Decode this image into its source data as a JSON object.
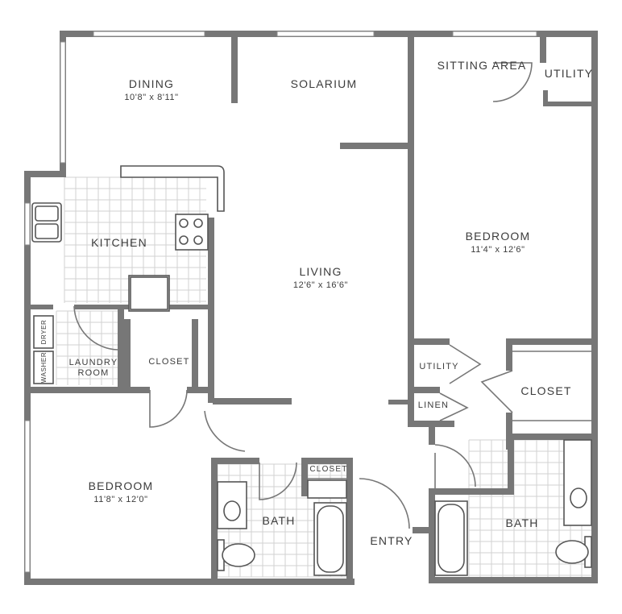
{
  "rooms": {
    "dining": {
      "name": "DINING",
      "dims": "10'8\" x 8'11\""
    },
    "solarium": {
      "name": "SOLARIUM"
    },
    "sitting_area": {
      "name": "SITTING AREA"
    },
    "utility_top": {
      "name": "UTILITY"
    },
    "kitchen": {
      "name": "KITCHEN"
    },
    "living": {
      "name": "LIVING",
      "dims": "12'6\" x 16'6\""
    },
    "bedroom_right": {
      "name": "BEDROOM",
      "dims": "11'4\" x 12'6\""
    },
    "laundry": {
      "line1": "LAUNDRY",
      "line2": "ROOM",
      "dryer": "DRYER",
      "washer": "WASHER"
    },
    "closet_left": {
      "name": "CLOSET"
    },
    "utility_mid": {
      "name": "UTILITY"
    },
    "linen": {
      "name": "LINEN"
    },
    "closet_right": {
      "name": "CLOSET"
    },
    "bedroom_left": {
      "name": "BEDROOM",
      "dims": "11'8\" x 12'0\""
    },
    "bath_left": {
      "name": "BATH"
    },
    "closet_small": {
      "name": "CLOSET"
    },
    "entry": {
      "name": "ENTRY"
    },
    "bath_right": {
      "name": "BATH"
    }
  },
  "colors": {
    "wall": "#777777",
    "tile": "#cfcfcf",
    "fixture": "#555555",
    "text": "#3c3c3c"
  }
}
